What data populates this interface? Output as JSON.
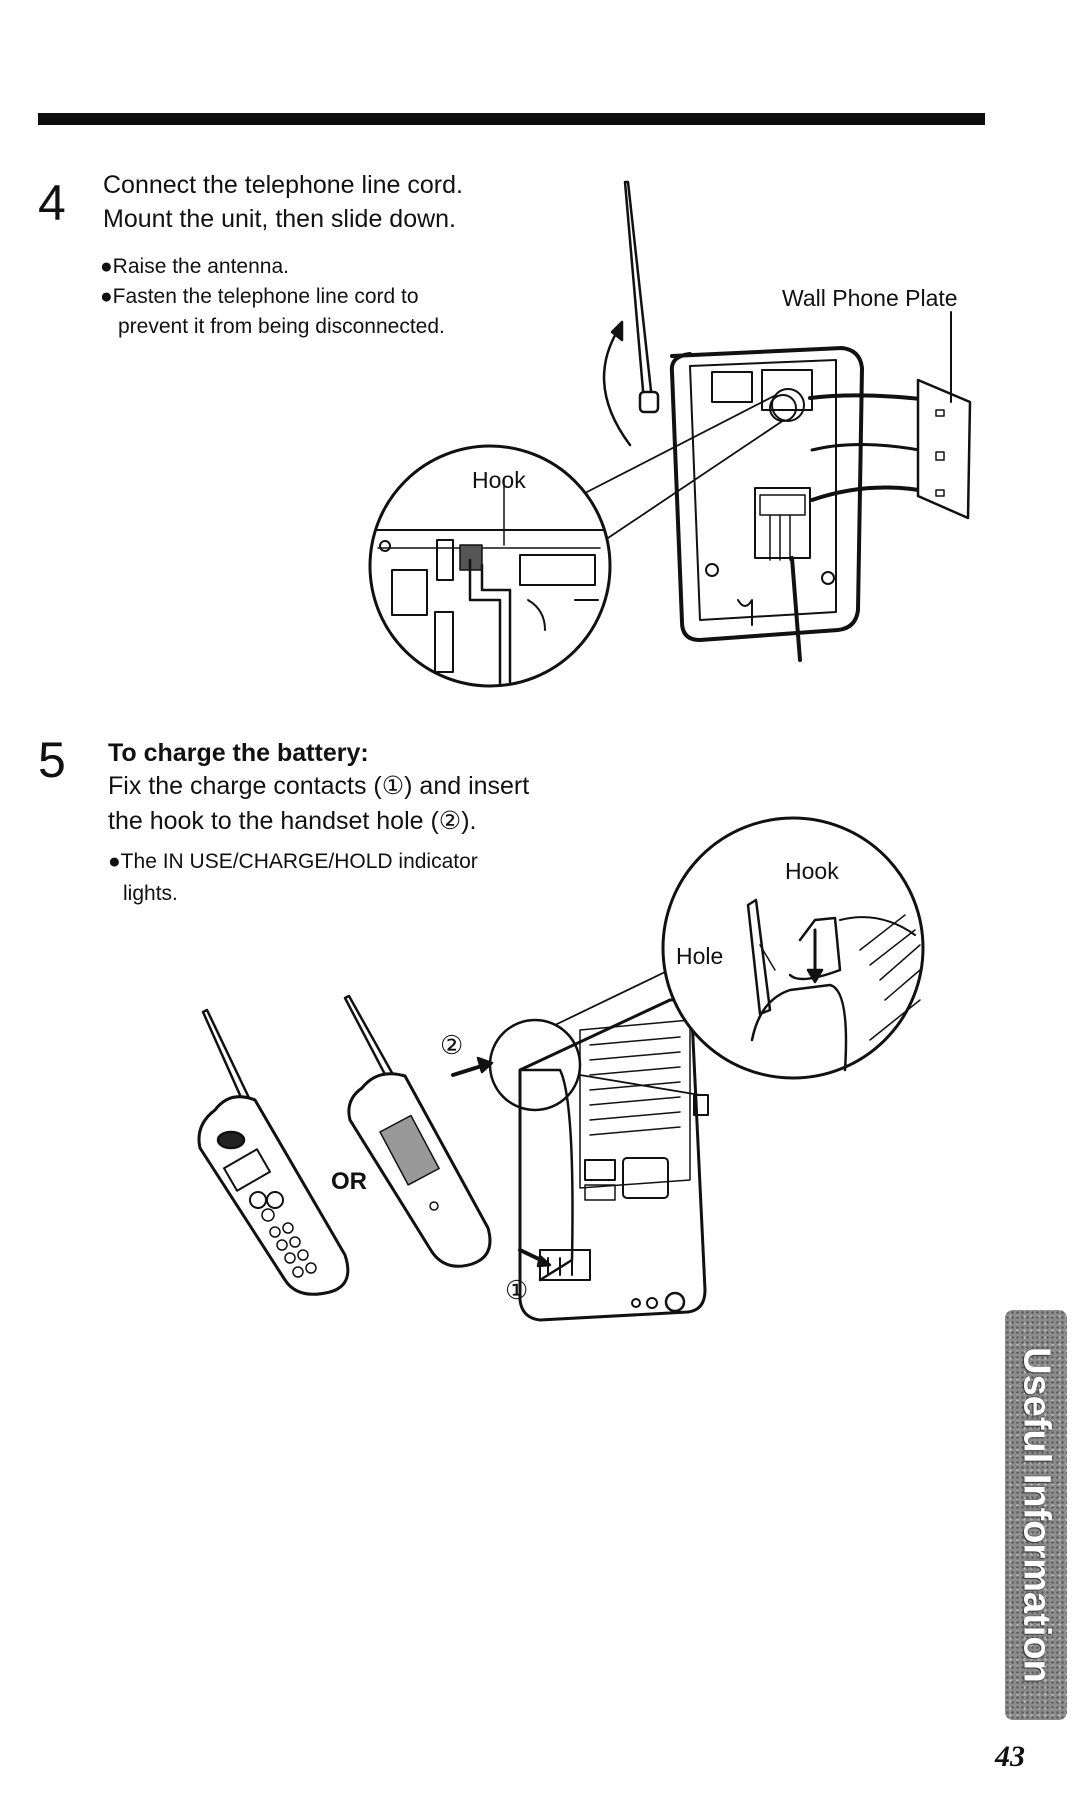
{
  "step4": {
    "number": "4",
    "line1": "Connect the telephone line cord.",
    "line2": "Mount the unit, then slide down.",
    "bullet1": "●Raise the antenna.",
    "bullet2a": "●Fasten the telephone line cord to",
    "bullet2b": "prevent it from being disconnected.",
    "label_wall_plate": "Wall Phone Plate",
    "label_hook": "Hook"
  },
  "step5": {
    "number": "5",
    "heading": "To charge the battery:",
    "line1": "Fix the charge contacts (①) and insert",
    "line2": "the hook to the handset hole (②).",
    "bullet1a": "●The IN USE/CHARGE/HOLD indicator",
    "bullet1b": "lights.",
    "label_hook": "Hook",
    "label_hole": "Hole",
    "label_or": "OR",
    "marker1": "①",
    "marker2": "②"
  },
  "side_tab": "Useful Information",
  "page_number": "43"
}
